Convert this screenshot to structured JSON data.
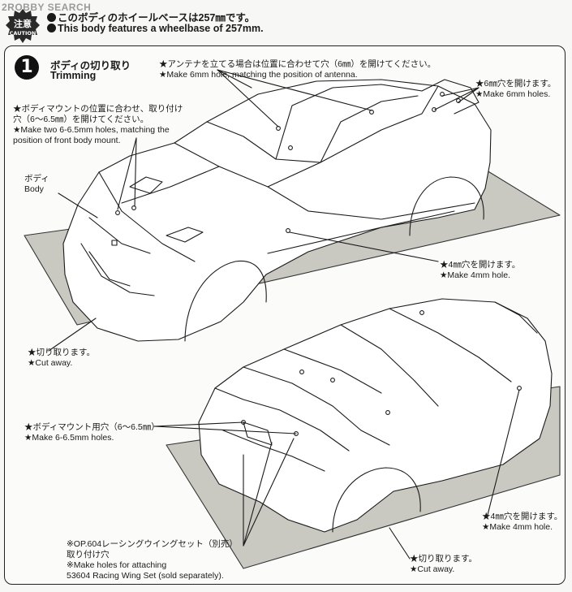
{
  "watermark": "2ROBBY SEARCH",
  "caution": {
    "kanji": "注意",
    "word": "CAUTION"
  },
  "notes": [
    "このボディのホイールベースは257㎜です。",
    "This body features a wheelbase of 257mm."
  ],
  "step": {
    "number": "1",
    "title_ja": "ボディの切り取り",
    "title_en": "Trimming"
  },
  "labels": {
    "antenna_ja": "★アンテナを立てる場合は位置に合わせて穴（6㎜）を開けてください。",
    "antenna_en": "★Make 6mm hole, matching the position of antenna.",
    "holes6_ja": "★6㎜穴を開けます。",
    "holes6_en": "★Make 6mm holes.",
    "mount_ja_1": "★ボディマウントの位置に合わせ、取り付け",
    "mount_ja_2": "穴（6～6.5㎜）を開けてください。",
    "mount_en_1": "★Make two 6-6.5mm holes, matching the",
    "mount_en_2": "position of front body mount.",
    "body_ja": "ボディ",
    "body_en": "Body",
    "hole4_ja": "★4㎜穴を開けます。",
    "hole4_en": "★Make 4mm hole.",
    "cut1_ja": "★切り取ります。",
    "cut1_en": "★Cut away.",
    "mount2_ja": "★ボディマウント用穴（6～6.5㎜）",
    "mount2_en": "★Make 6-6.5mm holes.",
    "hole4b_ja": "★4㎜穴を開けます。",
    "hole4b_en": "★Make 4mm hole.",
    "wing_ja_1": "※OP.604レーシングウイングセット（別売）",
    "wing_ja_2": "取り付け穴",
    "wing_en_1": "※Make holes for attaching",
    "wing_en_2": "53604 Racing Wing Set (sold separately).",
    "cut2_ja": "★切り取ります。",
    "cut2_en": "★Cut away."
  },
  "colors": {
    "tray": "#c9c9c2",
    "line": "#1a1a1a",
    "panel_border": "#222222"
  },
  "icons": [
    "caution-badge-icon",
    "bullet-dot-icon",
    "step-number-icon"
  ]
}
